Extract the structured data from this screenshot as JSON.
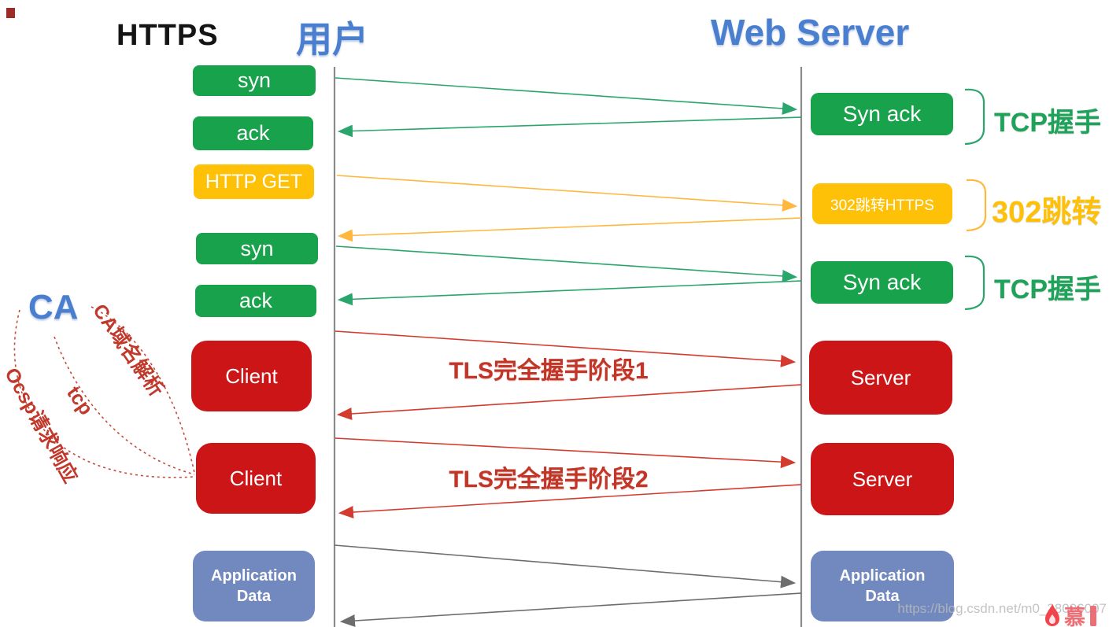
{
  "header": {
    "title": "HTTPS",
    "left_actor": "用户",
    "right_actor": "Web Server"
  },
  "boxes": {
    "left": [
      {
        "label": "syn",
        "type": "green"
      },
      {
        "label": "ack",
        "type": "green"
      },
      {
        "label": "HTTP GET",
        "type": "yellow"
      },
      {
        "label": "syn",
        "type": "green"
      },
      {
        "label": "ack",
        "type": "green"
      },
      {
        "label": "Client",
        "type": "red"
      },
      {
        "label": "Client",
        "type": "red"
      },
      {
        "label": "Application Data",
        "type": "blue"
      }
    ],
    "right": [
      {
        "label": "Syn ack",
        "type": "green"
      },
      {
        "label": "302跳转HTTPS",
        "type": "yellow"
      },
      {
        "label": "Syn ack",
        "type": "green"
      },
      {
        "label": "Server",
        "type": "red"
      },
      {
        "label": "Server",
        "type": "red"
      },
      {
        "label": "Application Data",
        "type": "blue"
      }
    ]
  },
  "brackets": [
    {
      "label": "TCP握手",
      "color": "#1fa35b"
    },
    {
      "label": "302跳转",
      "color": "#ffc008"
    },
    {
      "label": "TCP握手",
      "color": "#1fa35b"
    }
  ],
  "tls_labels": [
    "TLS完全握手阶段1",
    "TLS完全握手阶段2"
  ],
  "ca": {
    "label": "CA",
    "curve_labels": [
      "CA域名解析",
      "tcp",
      "Ocsp请求响应"
    ]
  },
  "watermark": "https://blog.csdn.net/m0_38096007",
  "logo": {
    "text": "慕"
  },
  "colors": {
    "box_green": "#18a24c",
    "box_yellow": "#ffc008",
    "box_red": "#cc1517",
    "box_blue": "#7289c0",
    "actor_blue": "#4a7fd0",
    "arrow_green": "#2aa56c",
    "arrow_yellow": "#ffb83d",
    "arrow_red": "#d23b2e",
    "arrow_gray": "#6d6d6d",
    "lifeline_gray": "#8a8a8a",
    "dashed_red": "#c44a3a",
    "watermark_gray": "#b9b9b9"
  }
}
